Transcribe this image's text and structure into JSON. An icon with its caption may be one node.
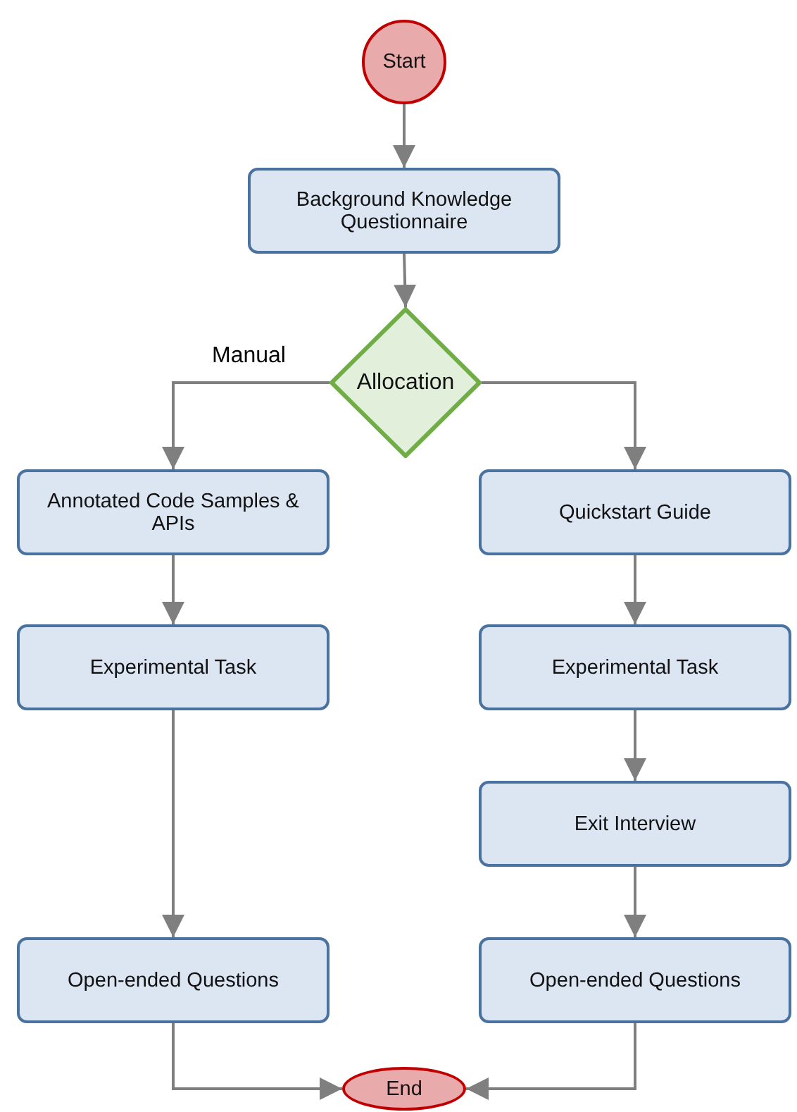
{
  "diagram": {
    "nodes": [
      {
        "text": [
          "Start"
        ]
      },
      {
        "text": [
          "Background Knowledge Questionnaire"
        ]
      },
      {
        "text": [
          "Allocation"
        ]
      },
      {
        "text": [
          "Annotated Code Samples & APIs"
        ]
      },
      {
        "text": [
          "Experimental Task"
        ]
      },
      {
        "text": [
          "Open-ended Questions"
        ]
      },
      {
        "text": [
          "Quickstart Guide"
        ]
      },
      {
        "text": [
          "Experimental Task"
        ]
      },
      {
        "text": [
          "Exit Interview"
        ]
      },
      {
        "text": [
          "Open-ended Questions"
        ]
      },
      {
        "text": [
          "End"
        ]
      }
    ],
    "edges": [
      {
        "from": 0,
        "to": 1,
        "arrow": "to"
      },
      {
        "from": 1,
        "to": 2,
        "arrow": "to"
      },
      {
        "from": 2,
        "to": 3,
        "arrow": "to",
        "label": "Manual"
      },
      {
        "from": 2,
        "to": 6,
        "arrow": "to"
      },
      {
        "from": 3,
        "to": 4,
        "arrow": "to"
      },
      {
        "from": 4,
        "to": 5,
        "arrow": "to"
      },
      {
        "from": 6,
        "to": 7,
        "arrow": "to"
      },
      {
        "from": 7,
        "to": 8,
        "arrow": "to"
      },
      {
        "from": 8,
        "to": 9,
        "arrow": "to"
      },
      {
        "from": 5,
        "to": 10,
        "arrow": "to"
      },
      {
        "from": 9,
        "to": 10,
        "arrow": "to"
      }
    ]
  }
}
